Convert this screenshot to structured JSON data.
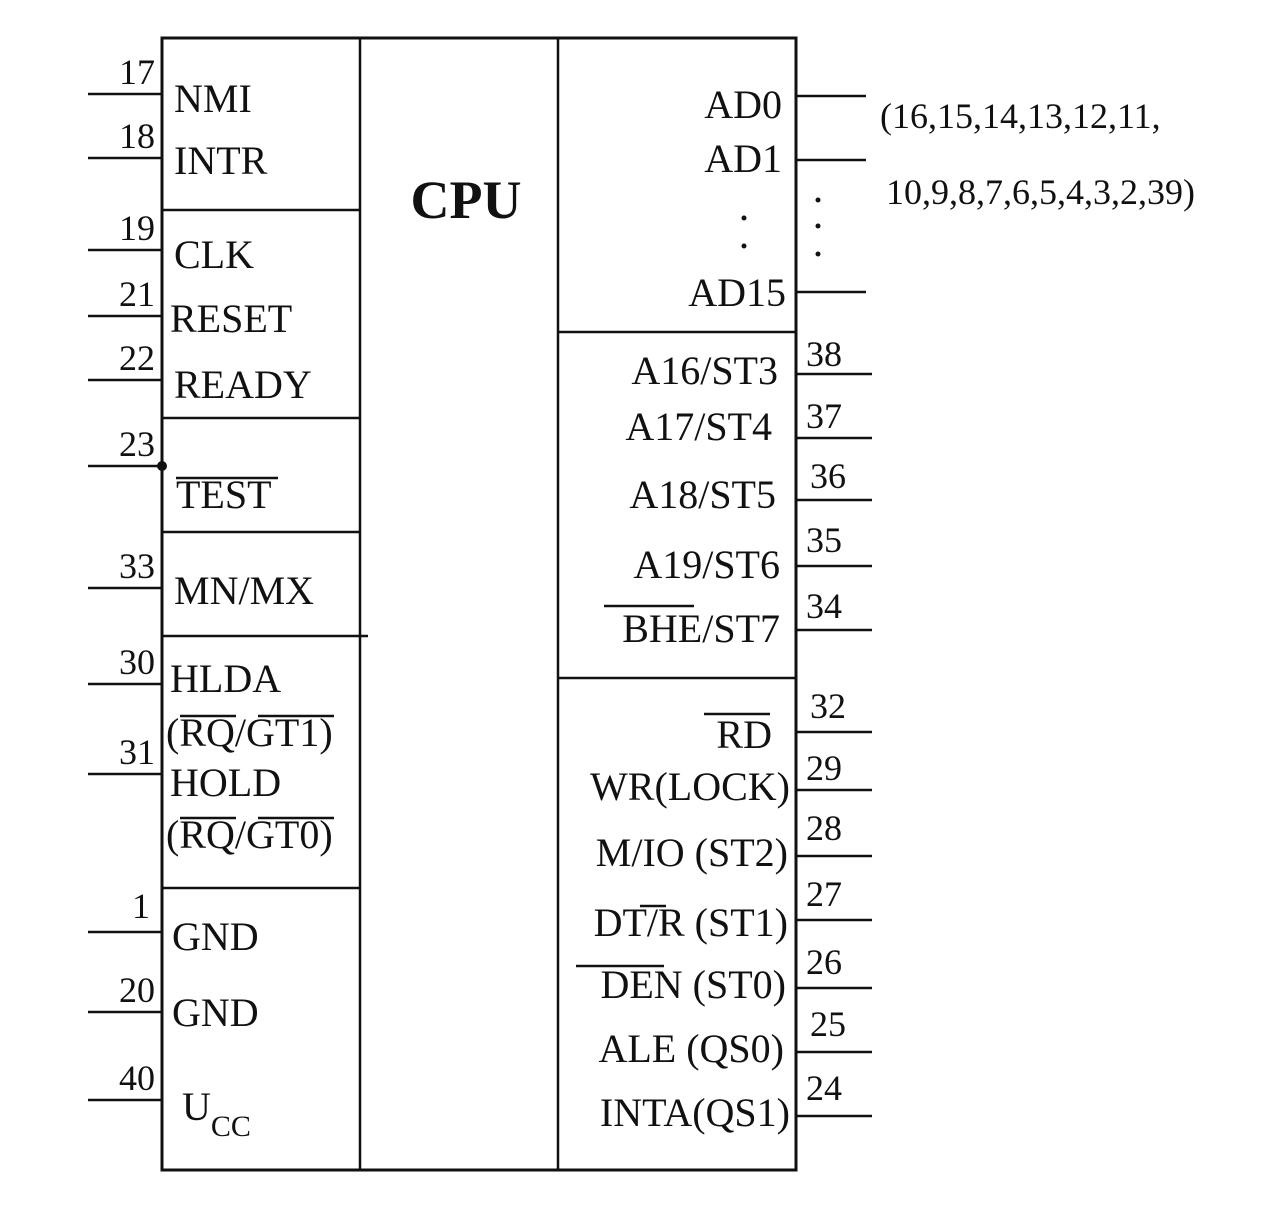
{
  "chip": {
    "title": "CPU"
  },
  "left_pins": [
    {
      "name": "NMI",
      "pin": "17"
    },
    {
      "name": "INTR",
      "pin": "18"
    },
    {
      "name": "CLK",
      "pin": "19"
    },
    {
      "name": "RESET",
      "pin": "21"
    },
    {
      "name": "READY",
      "pin": "22"
    },
    {
      "name": "TEST",
      "pin": "23",
      "overline": "TEST",
      "active_low": true
    },
    {
      "name": "MN/MX",
      "pin": "33"
    },
    {
      "name": "HLDA",
      "pin": "30"
    },
    {
      "name": "(RQ/GT1)",
      "pin": ""
    },
    {
      "name": "HOLD",
      "pin": "31"
    },
    {
      "name": "(RQ/GT0)",
      "pin": ""
    },
    {
      "name": "GND",
      "pin": "1"
    },
    {
      "name": "GND",
      "pin": "20"
    },
    {
      "name": "U",
      "sub": "CC",
      "pin": "40"
    }
  ],
  "right_pins": [
    {
      "name": "AD0",
      "pin": ""
    },
    {
      "name": "AD1",
      "pin": ""
    },
    {
      "name": "AD15",
      "pin": ""
    },
    {
      "name": "A16/ST3",
      "pin": "38"
    },
    {
      "name": "A17/ST4",
      "pin": "37"
    },
    {
      "name": "A18/ST5",
      "pin": "36"
    },
    {
      "name": "A19/ST6",
      "pin": "35"
    },
    {
      "name": "BHE/ST7",
      "pin": "34"
    },
    {
      "name": "RD",
      "pin": "32"
    },
    {
      "name": "WR(LOCK)",
      "pin": "29"
    },
    {
      "name": "M/IO (ST2)",
      "pin": "28"
    },
    {
      "name": "DT/R (ST1)",
      "pin": "27"
    },
    {
      "name": "DEN (ST0)",
      "pin": "26"
    },
    {
      "name": "ALE (QS0)",
      "pin": "25"
    },
    {
      "name": "INTA(QS1)",
      "pin": "24"
    }
  ],
  "ad_pin_list": {
    "line1": "(16,15,14,13,12,11,",
    "line2": "10,9,8,7,6,5,4,3,2,39)"
  }
}
